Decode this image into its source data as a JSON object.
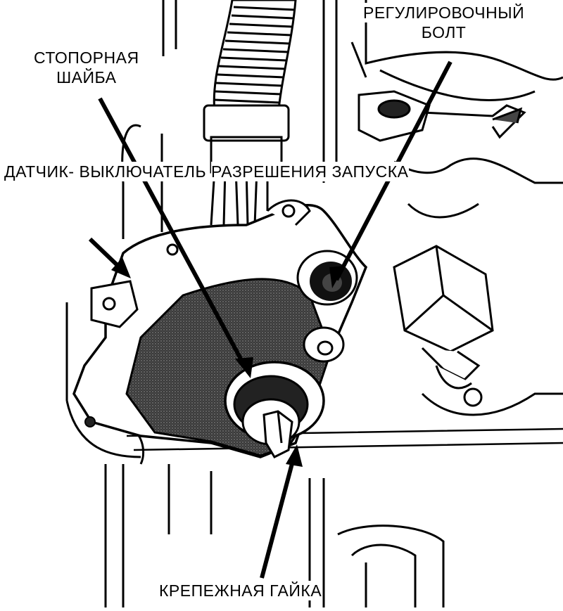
{
  "callouts": {
    "adjusting_bolt": [
      "РЕГУЛИРОВОЧНЫЙ",
      "БОЛТ"
    ],
    "lock_washer": [
      "СТОПОРНАЯ",
      "ШАЙБА"
    ],
    "switch": [
      "ДАТЧИК-",
      "ВЫКЛЮЧАТЕЛЬ",
      "РАЗРЕШЕНИЯ",
      "ЗАПУСКА"
    ],
    "mounting_nut": [
      "КРЕПЕЖНАЯ ГАЙКА"
    ]
  },
  "colors": {
    "ink": "#000000",
    "paper": "#ffffff",
    "shade": "#4a4a4a"
  }
}
